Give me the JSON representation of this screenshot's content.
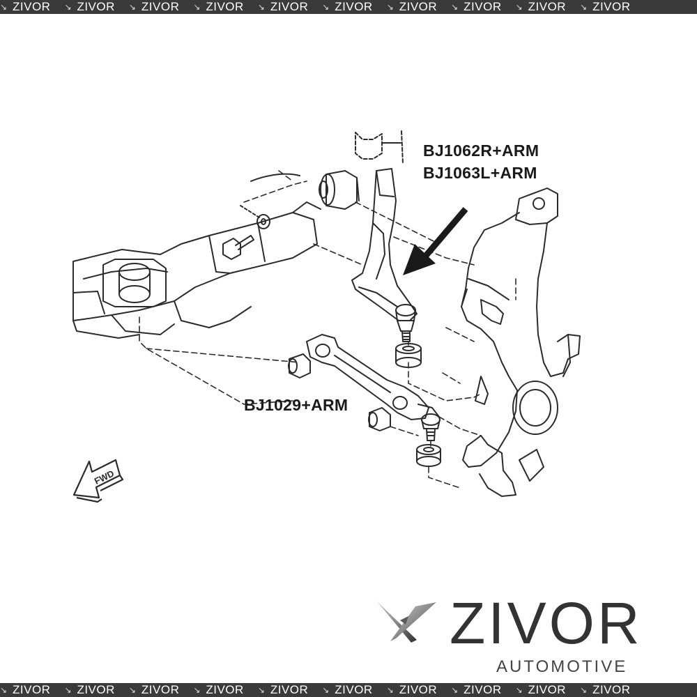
{
  "watermark_band": {
    "text": "ZIVOR",
    "repeat": 10
  },
  "labels": {
    "upper_arm_right": "BJ1062R+ARM",
    "upper_arm_left": "BJ1063L+ARM",
    "lower_arm": "BJ1029+ARM",
    "forward_arrow": "FWD"
  },
  "logo": {
    "brand": "ZIVOR",
    "tagline": "AUTOMOTIVE",
    "mark_icon": "zivor-x-logo-icon"
  },
  "colors": {
    "line": "#2b2b2b",
    "band": "#3a3a3a",
    "logo_text": "#333333"
  }
}
